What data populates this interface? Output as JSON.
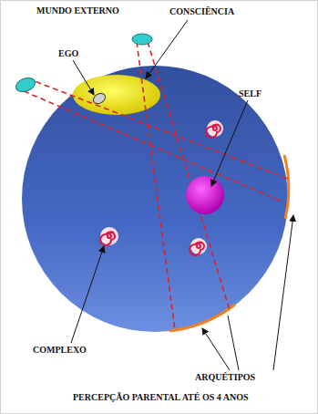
{
  "diagram": {
    "labels": [
      "MUNDO EXTERNO",
      "CONSCIÊNCIA",
      "EGO",
      "SELF",
      "COMPLEXO",
      "ARQUÉTIPOS",
      "PERCEPÇÃO PARENTAL ATÉ OS 4 ANOS"
    ]
  }
}
